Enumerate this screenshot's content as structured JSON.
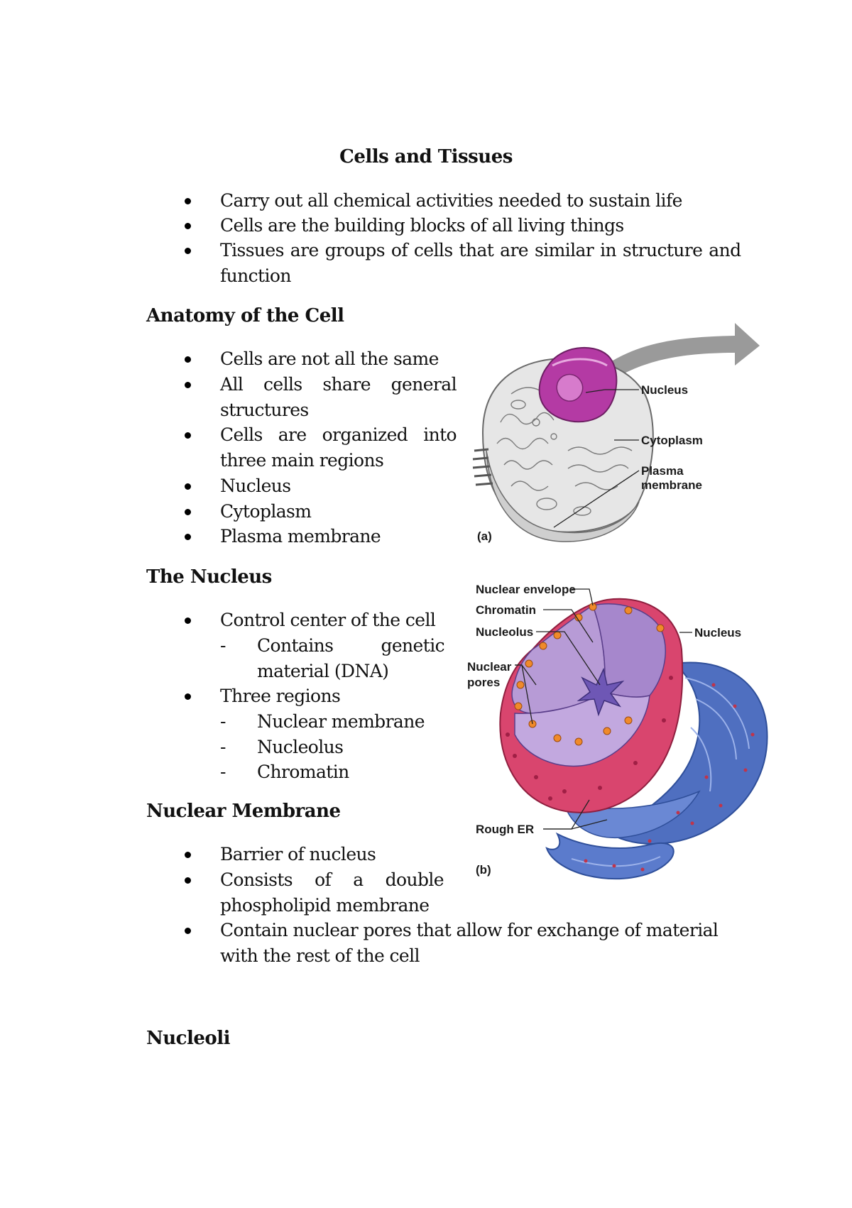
{
  "title": "Cells and Tissues",
  "intro_bullets": [
    "Carry out all chemical activities needed to sustain life",
    "Cells are the building blocks of all living things",
    "Tissues are groups of cells that are similar in structure and",
    "function"
  ],
  "anatomy": {
    "heading": "Anatomy of the Cell",
    "bullets": [
      "Cells are not all the same",
      [
        "All",
        "cells",
        "share",
        "general"
      ],
      "structures",
      [
        "Cells",
        "are",
        "organized",
        "into"
      ],
      "three main regions",
      "Nucleus",
      "Cytoplasm",
      "Plasma membrane"
    ]
  },
  "nucleus": {
    "heading": "The Nucleus",
    "b1": "Control center of the cell",
    "sub1": [
      "Contains",
      "genetic"
    ],
    "sub1_cont": "material (DNA)",
    "b2": "Three regions",
    "subs": [
      "Nuclear membrane",
      "Nucleolus",
      "Chromatin"
    ],
    "dash": "-"
  },
  "membrane": {
    "heading": "Nuclear Membrane",
    "b1": "Barrier of nucleus",
    "b2": [
      "Consists",
      "of",
      "a",
      "double"
    ],
    "b2_cont": "phospholipid membrane",
    "b3": "Contain nuclear pores that allow for exchange of material",
    "b3_cont": "with the rest of the cell"
  },
  "nucleoli": {
    "heading": "Nucleoli"
  },
  "figure_a": {
    "labels": {
      "nucleus": "Nucleus",
      "cytoplasm": "Cytoplasm",
      "plasma1": "Plasma",
      "plasma2": "membrane",
      "tag": "(a)"
    }
  },
  "figure_b": {
    "labels": {
      "envelope": "Nuclear envelope",
      "chromatin": "Chromatin",
      "nucleolus": "Nucleolus",
      "pores1": "Nuclear",
      "pores2": "pores",
      "nucleus": "Nucleus",
      "rough_er": "Rough ER",
      "tag": "(b)"
    }
  }
}
